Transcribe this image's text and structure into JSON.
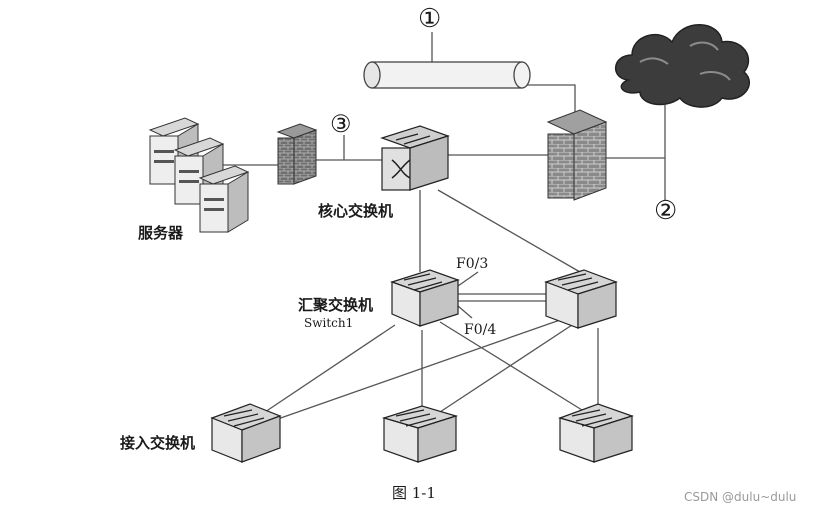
{
  "markers": {
    "m1": "①",
    "m2": "②",
    "m3": "③"
  },
  "labels": {
    "servers": "服务器",
    "core_switch": "核心交换机",
    "aggregation_switch": "汇聚交换机",
    "switch1": "Switch1",
    "access_switch": "接入交换机",
    "port_f03": "F0/3",
    "port_f04": "F0/4"
  },
  "caption": "图 1-1",
  "watermark": "CSDN @dulu~dulu",
  "icons": {
    "cloud": "cloud-icon",
    "firewall": "firewall-icon",
    "server": "server-icon",
    "switch": "switch-icon",
    "tunnel": "cylinder-icon"
  },
  "colors": {
    "line": "#555555",
    "device_fill": "#e6e6e6",
    "device_dark": "#3a3a3a",
    "cloud": "#3c3c3c",
    "brick": "#777777"
  }
}
